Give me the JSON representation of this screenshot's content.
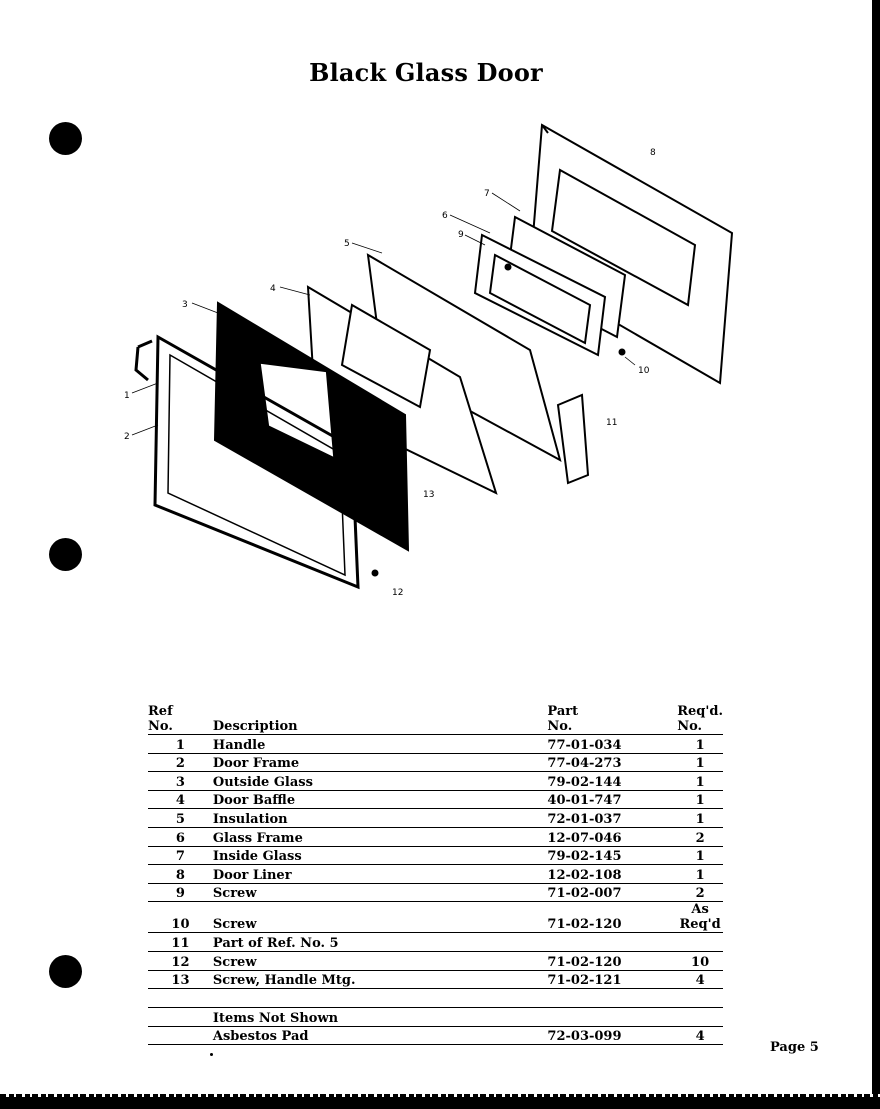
{
  "title": "Black Glass Door",
  "diagram": {
    "callouts": [
      "1",
      "2",
      "3",
      "4",
      "5",
      "6",
      "7",
      "8",
      "9",
      "10",
      "11",
      "12",
      "13"
    ]
  },
  "table": {
    "headers": {
      "ref": [
        "Ref",
        "No."
      ],
      "description": "Description",
      "part": [
        "Part",
        "No."
      ],
      "req": [
        "Req'd.",
        "No."
      ]
    },
    "rows": [
      {
        "ref": "1",
        "description": "Handle",
        "part": "77-01-034",
        "req": "1"
      },
      {
        "ref": "2",
        "description": "Door Frame",
        "part": "77-04-273",
        "req": "1"
      },
      {
        "ref": "3",
        "description": "Outside Glass",
        "part": "79-02-144",
        "req": "1"
      },
      {
        "ref": "4",
        "description": "Door Baffle",
        "part": "40-01-747",
        "req": "1"
      },
      {
        "ref": "5",
        "description": "Insulation",
        "part": "72-01-037",
        "req": "1"
      },
      {
        "ref": "6",
        "description": "Glass Frame",
        "part": "12-07-046",
        "req": "2"
      },
      {
        "ref": "7",
        "description": "Inside Glass",
        "part": "79-02-145",
        "req": "1"
      },
      {
        "ref": "8",
        "description": "Door Liner",
        "part": "12-02-108",
        "req": "1"
      },
      {
        "ref": "9",
        "description": "Screw",
        "part": "71-02-007",
        "req": "2"
      },
      {
        "ref": "10",
        "description": "Screw",
        "part": "71-02-120",
        "req": "As Req'd"
      },
      {
        "ref": "11",
        "description": "Part of Ref. No. 5",
        "part": "",
        "req": ""
      },
      {
        "ref": "12",
        "description": "Screw",
        "part": "71-02-120",
        "req": "10"
      },
      {
        "ref": "13",
        "description": "Screw, Handle Mtg.",
        "part": "71-02-121",
        "req": "4"
      }
    ],
    "not_shown_label": "Items Not Shown",
    "not_shown_rows": [
      {
        "ref": "",
        "description": "Asbestos Pad",
        "part": "72-03-099",
        "req": "4"
      }
    ]
  },
  "page_label": "Page 5"
}
